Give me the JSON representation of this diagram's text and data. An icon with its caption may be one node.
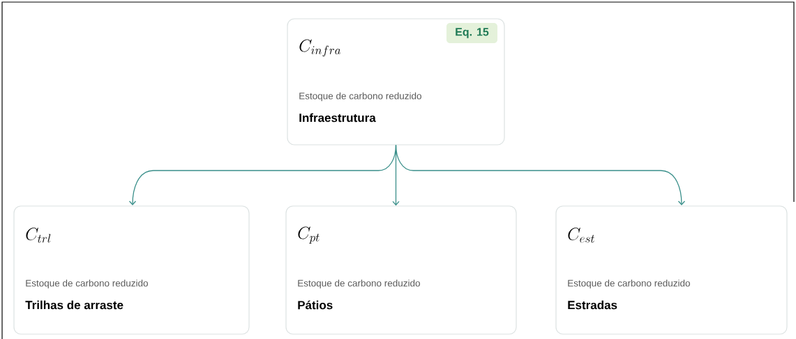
{
  "diagram": {
    "nodes": [
      {
        "text": [
          "C_{infra}",
          "Estoque de carbono reduzido",
          "Infraestrutura"
        ]
      },
      {
        "text": [
          "Eq. 15"
        ],
        "in": 0
      },
      {
        "text": [
          "C_{trl}",
          "Estoque de carbono reduzido",
          "Trilhas de arraste"
        ]
      },
      {
        "text": [
          "C_{pt}",
          "Estoque de carbono reduzido",
          "Pátios"
        ]
      },
      {
        "text": [
          "C_{est}",
          "Estoque de carbono reduzido",
          "Estradas"
        ]
      }
    ],
    "edges": [
      {
        "from": 0,
        "to": 2,
        "arrow": "to"
      },
      {
        "from": 0,
        "to": 3,
        "arrow": "to"
      },
      {
        "from": 0,
        "to": 4,
        "arrow": "to"
      }
    ]
  }
}
